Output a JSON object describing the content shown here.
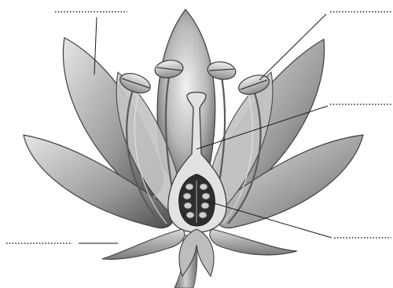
{
  "diagram": {
    "subject": "flower-longitudinal-section",
    "labels": [
      {
        "id": "petal",
        "text": ""
      },
      {
        "id": "anther",
        "text": ""
      },
      {
        "id": "style",
        "text": ""
      },
      {
        "id": "ovary",
        "text": ""
      },
      {
        "id": "sepal",
        "text": ""
      }
    ]
  }
}
